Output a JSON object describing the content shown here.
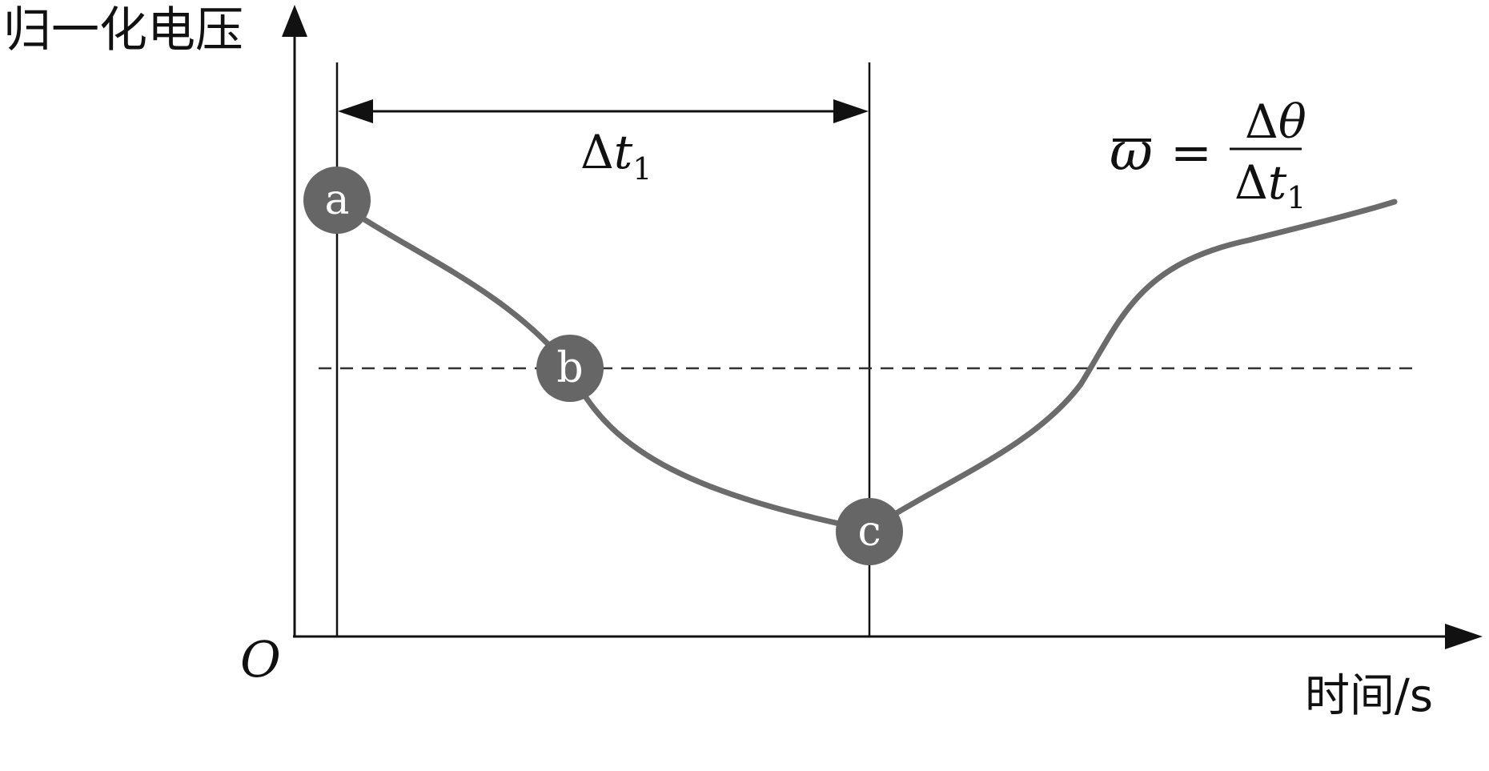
{
  "y_axis_label": "归一化电压",
  "x_axis_label": "时间/s",
  "origin_label": "O",
  "interval_label": {
    "delta": "Δ",
    "var": "t",
    "sub": "1"
  },
  "formula": {
    "lhs": "ω",
    "equals": "=",
    "numerator": {
      "delta": "Δ",
      "var": "θ"
    },
    "denominator": {
      "delta": "Δ",
      "var": "t",
      "sub": "1"
    }
  },
  "points": [
    {
      "label": "a"
    },
    {
      "label": "b"
    },
    {
      "label": "c"
    }
  ],
  "colors": {
    "curve": "#6b6b6b",
    "marker": "#666666",
    "marker_text": "#ffffff",
    "ink": "#111111",
    "dashed": "#333333"
  }
}
